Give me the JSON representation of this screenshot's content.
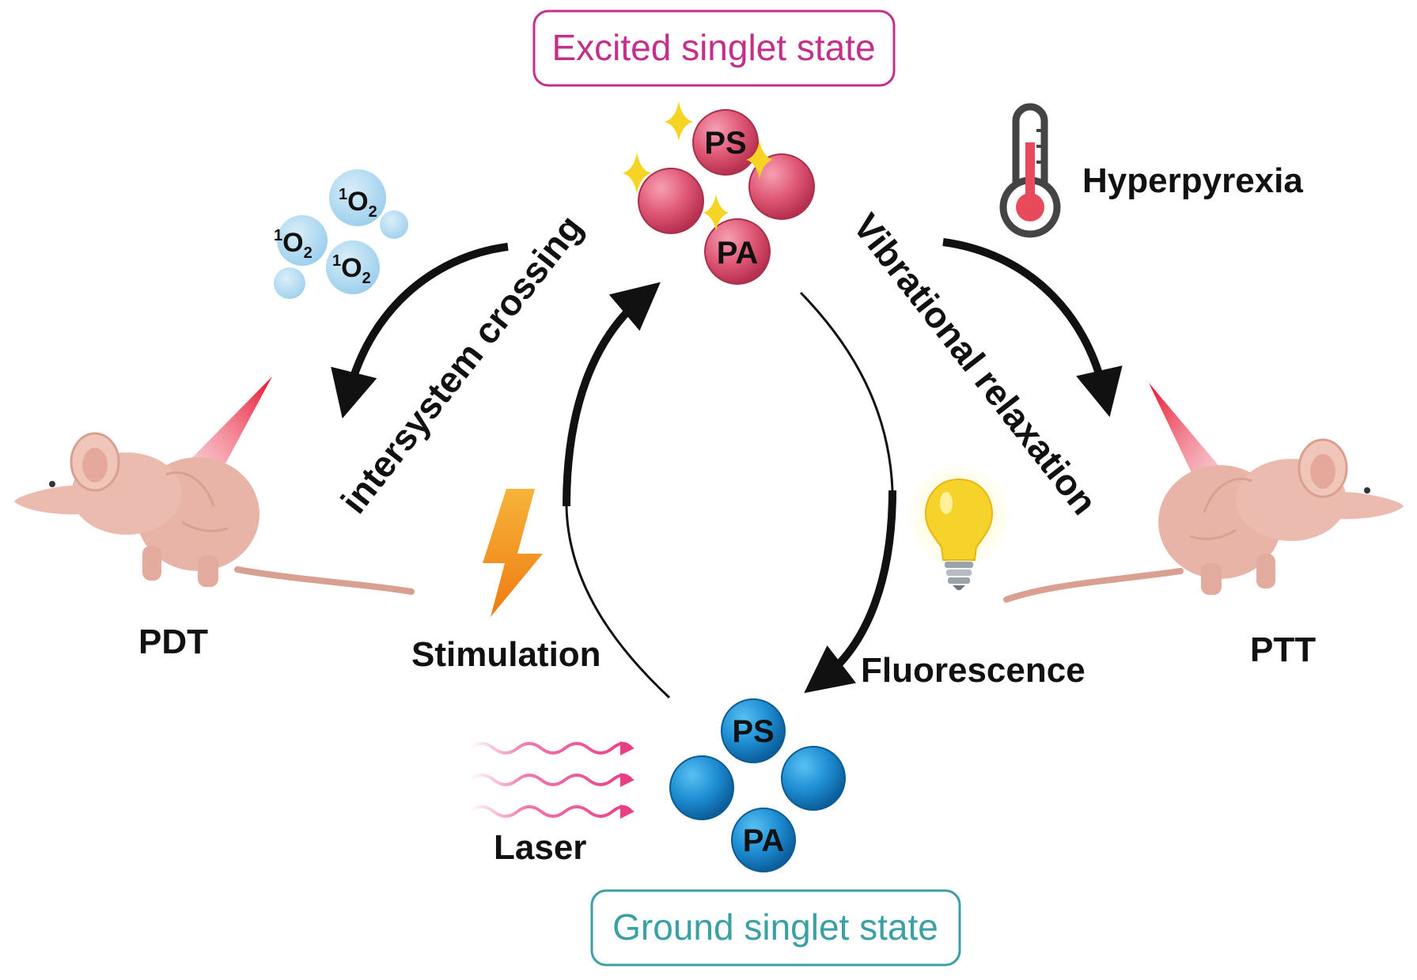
{
  "states": {
    "excited": "Excited singlet state",
    "ground": "Ground singlet state"
  },
  "molecules": {
    "ps": "PS",
    "pa": "PA"
  },
  "singlet_oxygen": {
    "base": "O",
    "sup": "1",
    "sub": "2"
  },
  "labels": {
    "hyperpyrexia": "Hyperpyrexia",
    "intersystem": "intersystem crossing",
    "vibrational": "Vibrational relaxation",
    "stimulation": "Stimulation",
    "fluorescence": "Fluorescence",
    "laser": "Laser",
    "pdt": "PDT",
    "ptt": "PTT"
  },
  "icons": {
    "excited_molecules": "sparkling-red-spheres",
    "ground_molecules": "blue-spheres",
    "thermometer": "thermometer-icon",
    "lightning": "lightning-bolt-icon",
    "bulb": "light-bulb-icon",
    "laser": "wavy-arrows-icon",
    "mouse": "nude-mouse-illustration"
  },
  "colors": {
    "excited_text": "#c2308a",
    "excited_border": "#c2308a",
    "ground_text": "#3aa0a4",
    "ground_border": "#3aa0a4",
    "excited_sphere": "#e05a78",
    "ground_sphere": "#1f8fd4",
    "oxygen": "#8ec8ea",
    "laser": "#e83e86",
    "arrow": "#111111",
    "lightning": "#f39a1b",
    "bulb": "#f5d32a",
    "mouse": "#e9b4a8",
    "beam": "#e8102a"
  }
}
